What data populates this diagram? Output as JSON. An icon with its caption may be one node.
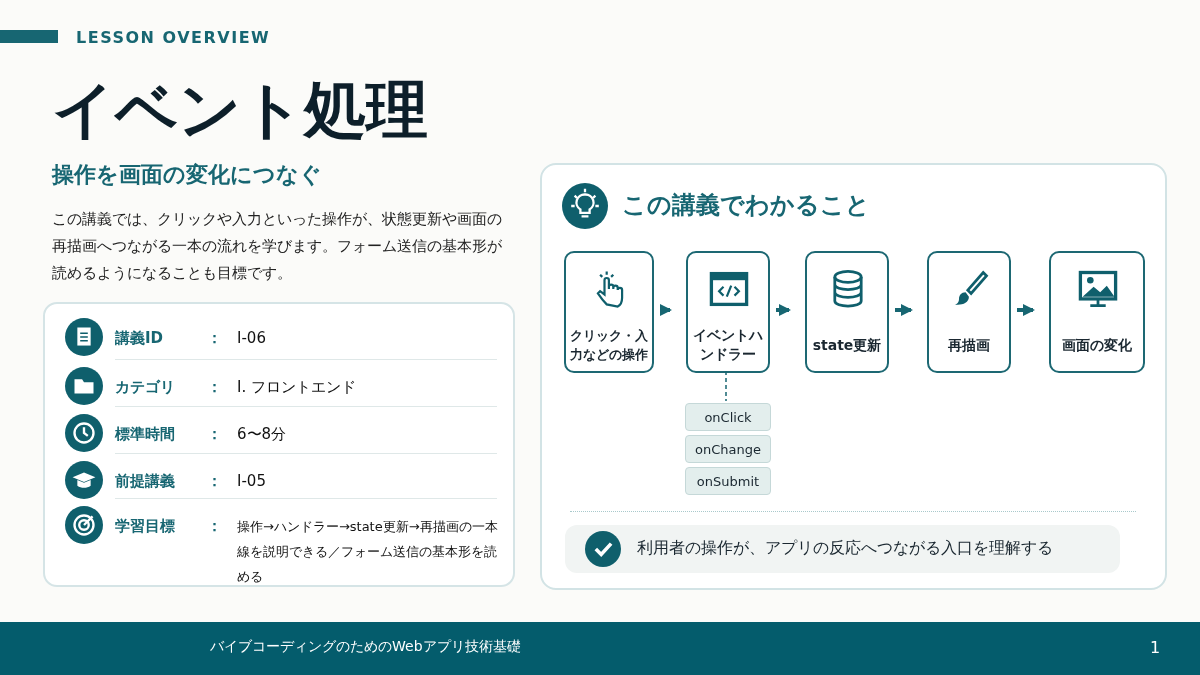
{
  "diagram": {
    "title": "イベント処理",
    "nodes": [
      {
        "text": [
          "この講義でわかること"
        ]
      },
      {
        "text": [
          "クリック・入力などの操作"
        ],
        "in": 0
      },
      {
        "text": [
          "イベントハンドラー"
        ],
        "in": 0
      },
      {
        "text": [
          "state更新"
        ],
        "in": 0
      },
      {
        "text": [
          "再描画"
        ],
        "in": 0
      },
      {
        "text": [
          "画面の変化"
        ],
        "in": 0
      },
      {
        "text": [
          "onClick"
        ],
        "in": 0
      },
      {
        "text": [
          "onChange"
        ],
        "in": 0
      },
      {
        "text": [
          "onSubmit"
        ],
        "in": 0
      },
      {
        "text": [
          "利用者の操作が、アプリの反応へつながる入口を理解する"
        ],
        "in": 0
      }
    ],
    "edges": [
      {
        "from": 1,
        "to": 2,
        "arrow": "to"
      },
      {
        "from": 2,
        "to": 3,
        "arrow": "to"
      },
      {
        "from": 3,
        "to": 4,
        "arrow": "to"
      },
      {
        "from": 4,
        "to": 5,
        "arrow": "to"
      },
      {
        "from": 2,
        "to": 6,
        "arrow": "none",
        "style": "dashed"
      }
    ],
    "labels": [
      "LESSON OVERVIEW",
      "操作を画面の変化につなぐ",
      "この講義では、クリックや入力といった操作が、状態更新や画面の再描画へつながる一本の流れを学びます。フォーム送信の基本形が読めるようになることも目標です。",
      "講義ID",
      "：",
      "I-06",
      "カテゴリ",
      "：",
      "I. フロントエンド",
      "標準時間",
      "：",
      "6〜8分",
      "前提講義",
      "：",
      "I-05",
      "学習目標",
      "：",
      "操作→ハンドラー→state更新→再描画の一本線を説明できる／フォーム送信の基本形を読める",
      "バイブコーディングのためのWebアプリ技術基礎",
      "1"
    ]
  }
}
